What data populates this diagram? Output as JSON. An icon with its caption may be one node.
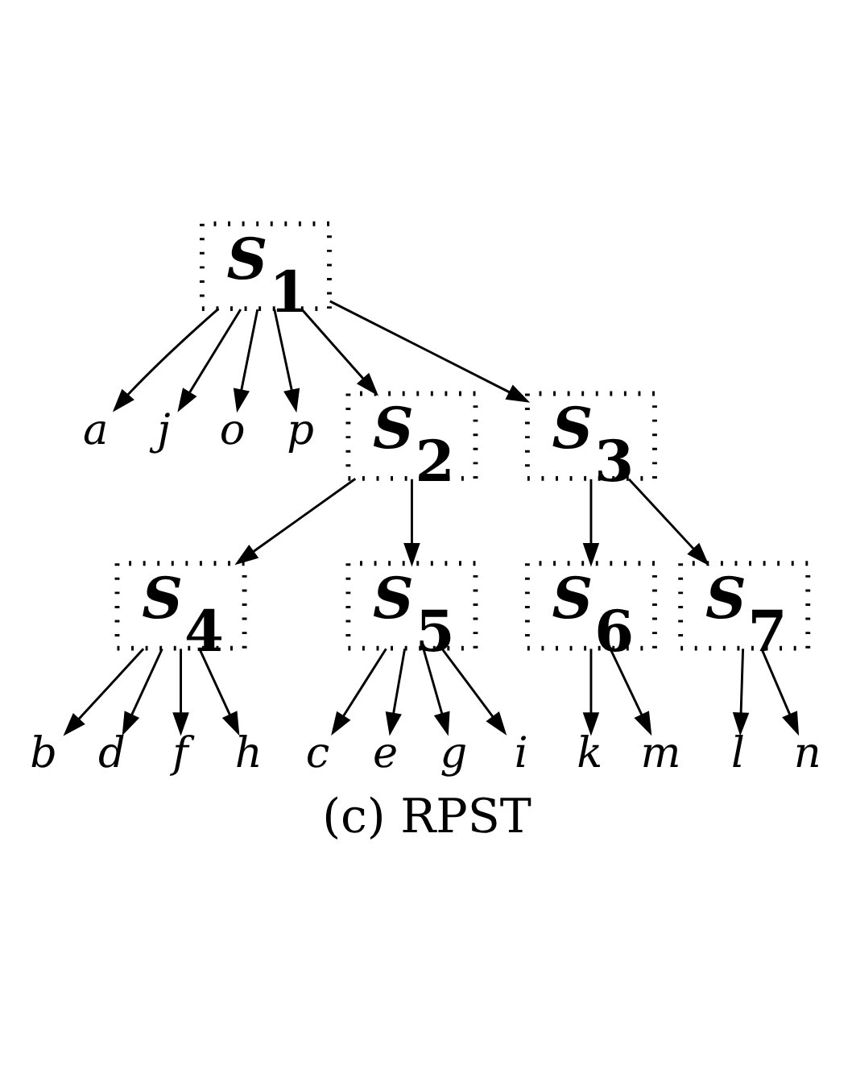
{
  "diagram": {
    "caption": "(c) RPST",
    "nodes": [
      {
        "text": [
          "S$_{1}$"
        ]
      },
      {
        "text": [
          "a"
        ]
      },
      {
        "text": [
          "j"
        ]
      },
      {
        "text": [
          "o"
        ]
      },
      {
        "text": [
          "p"
        ]
      },
      {
        "text": [
          "S$_{2}$"
        ]
      },
      {
        "text": [
          "S$_{3}$"
        ]
      },
      {
        "text": [
          "S$_{4}$"
        ]
      },
      {
        "text": [
          "S$_{5}$"
        ]
      },
      {
        "text": [
          "S$_{6}$"
        ]
      },
      {
        "text": [
          "S$_{7}$"
        ]
      },
      {
        "text": [
          "b"
        ]
      },
      {
        "text": [
          "d"
        ]
      },
      {
        "text": [
          "f"
        ]
      },
      {
        "text": [
          "h"
        ]
      },
      {
        "text": [
          "c"
        ]
      },
      {
        "text": [
          "e"
        ]
      },
      {
        "text": [
          "g"
        ]
      },
      {
        "text": [
          "i"
        ]
      },
      {
        "text": [
          "k"
        ]
      },
      {
        "text": [
          "m"
        ]
      },
      {
        "text": [
          "l"
        ]
      },
      {
        "text": [
          "n"
        ]
      }
    ],
    "edges": [
      {
        "from": 0,
        "to": 1,
        "arrow": "to"
      },
      {
        "from": 0,
        "to": 5,
        "arrow": "to"
      },
      {
        "from": 0,
        "to": 2,
        "arrow": "to"
      },
      {
        "from": 0,
        "to": 6,
        "arrow": "to"
      },
      {
        "from": 0,
        "to": 3,
        "arrow": "to"
      },
      {
        "from": 0,
        "to": 4,
        "arrow": "to"
      },
      {
        "from": 5,
        "to": 7,
        "arrow": "to"
      },
      {
        "from": 5,
        "to": 8,
        "arrow": "to"
      },
      {
        "from": 6,
        "to": 9,
        "arrow": "to"
      },
      {
        "from": 6,
        "to": 10,
        "arrow": "to"
      },
      {
        "from": 7,
        "to": 11,
        "arrow": "to"
      },
      {
        "from": 7,
        "to": 12,
        "arrow": "to"
      },
      {
        "from": 7,
        "to": 13,
        "arrow": "to"
      },
      {
        "from": 7,
        "to": 14,
        "arrow": "to"
      },
      {
        "from": 8,
        "to": 15,
        "arrow": "to"
      },
      {
        "from": 8,
        "to": 16,
        "arrow": "to"
      },
      {
        "from": 8,
        "to": 17,
        "arrow": "to"
      },
      {
        "from": 8,
        "to": 18,
        "arrow": "to"
      },
      {
        "from": 9,
        "to": 19,
        "arrow": "to"
      },
      {
        "from": 9,
        "to": 20,
        "arrow": "to"
      },
      {
        "from": 10,
        "to": 21,
        "arrow": "to"
      },
      {
        "from": 10,
        "to": 22,
        "arrow": "to"
      }
    ]
  }
}
